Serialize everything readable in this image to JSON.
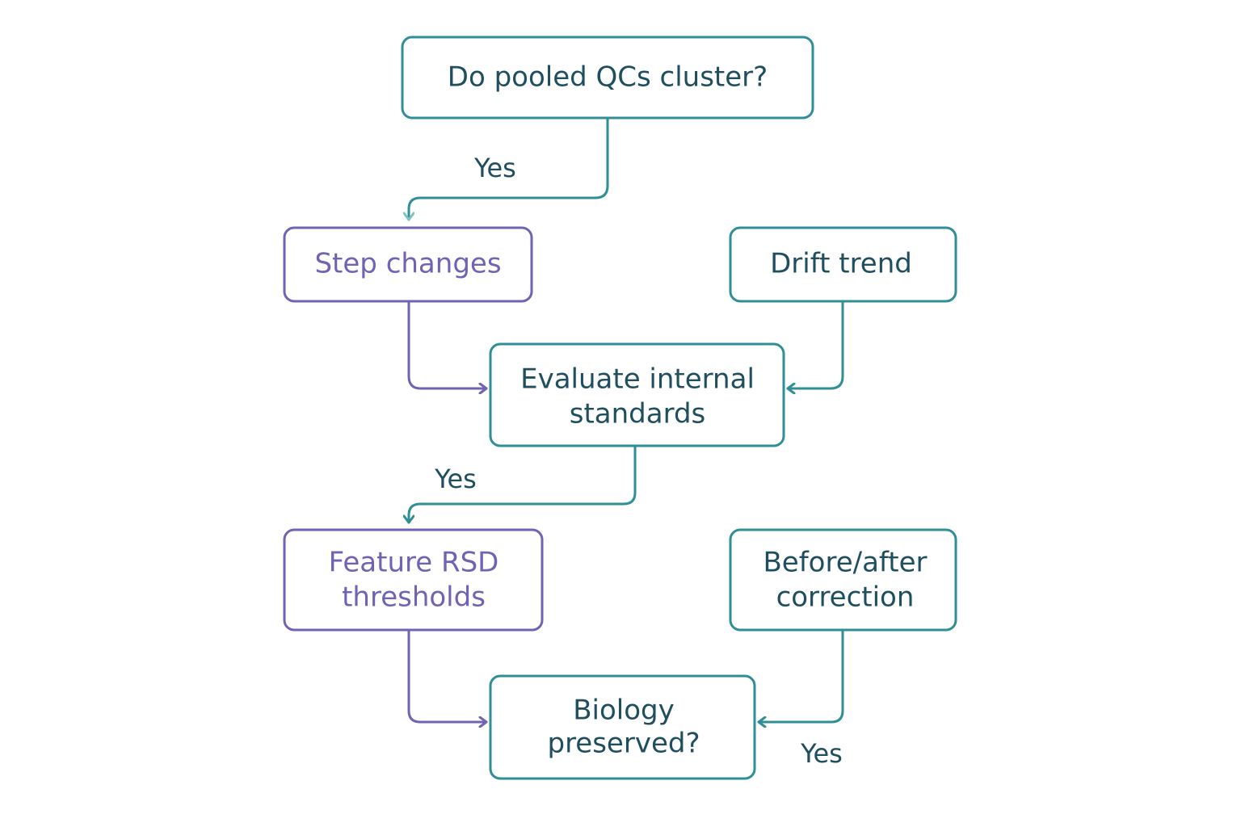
{
  "colors": {
    "teal": "#2f8f94",
    "teal_text": "#1f4e5f",
    "purple": "#6f63b3",
    "background": "#ffffff"
  },
  "nodes": {
    "pooled_qc": {
      "line1": "Do pooled QCs cluster?"
    },
    "step_changes": {
      "line1": "Step changes"
    },
    "drift_trend": {
      "line1": "Drift trend"
    },
    "evaluate_is": {
      "line1": "Evaluate internal",
      "line2": "standards"
    },
    "feature_rsd": {
      "line1": "Feature RSD",
      "line2": "thresholds"
    },
    "before_after": {
      "line1": "Before/after",
      "line2": "correction"
    },
    "biology": {
      "line1": "Biology",
      "line2": "preserved?"
    }
  },
  "edges": {
    "qc_to_step": {
      "label": "Yes"
    },
    "eval_to_rsd": {
      "label": "Yes"
    },
    "before_to_biology": {
      "label": "Yes"
    }
  }
}
